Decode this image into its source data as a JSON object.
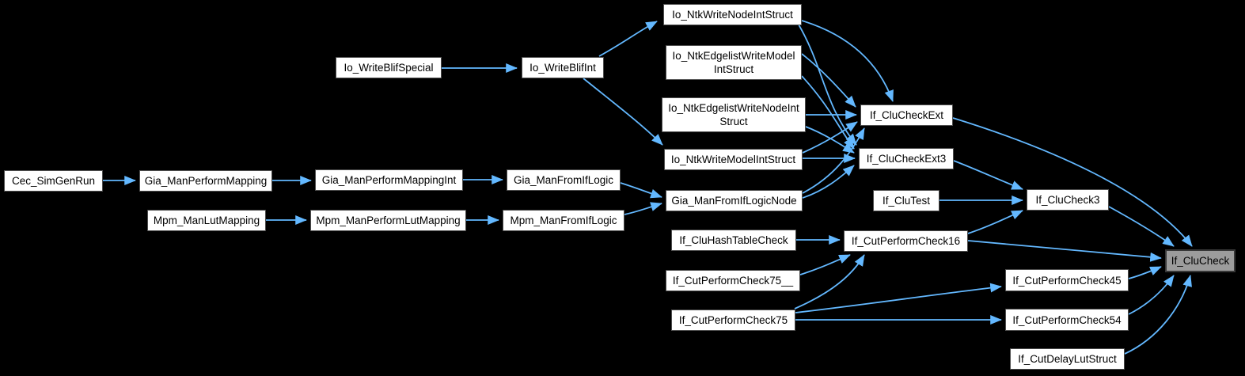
{
  "graph": {
    "background_color": "#000000",
    "edge_color": "#63B8FF",
    "node_fill": "#FFFFFF",
    "node_border_color": "#4E4E4E",
    "node_text_color": "#000000",
    "highlighted_node_fill": "#9C9C9C",
    "highlighted_node_border_color": "#383838",
    "highlighted_node": "If_CluCheck"
  },
  "nodes": [
    {
      "label": "Cec_SimGenRun"
    },
    {
      "label": "Gia_ManPerformMapping"
    },
    {
      "label": "Gia_ManPerformMappingInt"
    },
    {
      "label": "Gia_ManFromIfLogic"
    },
    {
      "label": "Mpm_ManLutMapping"
    },
    {
      "label": "Mpm_ManPerformLutMapping"
    },
    {
      "label": "Mpm_ManFromIfLogic"
    },
    {
      "label": "Io_WriteBlifSpecial"
    },
    {
      "label": "Io_WriteBlifInt"
    },
    {
      "label": "Io_NtkWriteNodeIntStruct"
    },
    {
      "label": "Io_NtkEdgelistWriteModel\nIntStruct"
    },
    {
      "label": "Io_NtkEdgelistWriteNodeInt\nStruct"
    },
    {
      "label": "Io_NtkWriteModelIntStruct"
    },
    {
      "label": "Gia_ManFromIfLogicNode"
    },
    {
      "label": "If_CluCheckExt"
    },
    {
      "label": "If_CluCheckExt3"
    },
    {
      "label": "If_CluTest"
    },
    {
      "label": "If_CluCheck3"
    },
    {
      "label": "If_CluHashTableCheck"
    },
    {
      "label": "If_CutPerformCheck16"
    },
    {
      "label": "If_CutPerformCheck75__"
    },
    {
      "label": "If_CutPerformCheck75"
    },
    {
      "label": "If_CutPerformCheck45"
    },
    {
      "label": "If_CutPerformCheck54"
    },
    {
      "label": "If_CutDelayLutStruct"
    },
    {
      "label": "If_CluCheck"
    }
  ],
  "edges": [
    {
      "from": "Cec_SimGenRun",
      "to": "Gia_ManPerformMapping"
    },
    {
      "from": "Gia_ManPerformMapping",
      "to": "Gia_ManPerformMappingInt"
    },
    {
      "from": "Gia_ManPerformMappingInt",
      "to": "Gia_ManFromIfLogic"
    },
    {
      "from": "Gia_ManFromIfLogic",
      "to": "Gia_ManFromIfLogicNode"
    },
    {
      "from": "Mpm_ManLutMapping",
      "to": "Mpm_ManPerformLutMapping"
    },
    {
      "from": "Mpm_ManPerformLutMapping",
      "to": "Mpm_ManFromIfLogic"
    },
    {
      "from": "Mpm_ManFromIfLogic",
      "to": "Gia_ManFromIfLogicNode"
    },
    {
      "from": "Io_WriteBlifSpecial",
      "to": "Io_WriteBlifInt"
    },
    {
      "from": "Io_WriteBlifInt",
      "to": "Io_NtkWriteNodeIntStruct"
    },
    {
      "from": "Io_WriteBlifInt",
      "to": "Io_NtkWriteModelIntStruct"
    },
    {
      "from": "Io_NtkWriteNodeIntStruct",
      "to": "If_CluCheckExt"
    },
    {
      "from": "Io_NtkWriteNodeIntStruct",
      "to": "If_CluCheckExt3"
    },
    {
      "from": "Io_NtkEdgelistWriteModelIntStruct",
      "to": "If_CluCheckExt"
    },
    {
      "from": "Io_NtkEdgelistWriteModelIntStruct",
      "to": "If_CluCheckExt3"
    },
    {
      "from": "Io_NtkEdgelistWriteNodeIntStruct",
      "to": "If_CluCheckExt"
    },
    {
      "from": "Io_NtkEdgelistWriteNodeIntStruct",
      "to": "If_CluCheckExt3"
    },
    {
      "from": "Io_NtkWriteModelIntStruct",
      "to": "If_CluCheckExt"
    },
    {
      "from": "Io_NtkWriteModelIntStruct",
      "to": "If_CluCheckExt3"
    },
    {
      "from": "Gia_ManFromIfLogicNode",
      "to": "If_CluCheckExt"
    },
    {
      "from": "Gia_ManFromIfLogicNode",
      "to": "If_CluCheckExt3"
    },
    {
      "from": "If_CluCheckExt",
      "to": "If_CluCheck"
    },
    {
      "from": "If_CluCheckExt3",
      "to": "If_CluCheck3"
    },
    {
      "from": "If_CluTest",
      "to": "If_CluCheck3"
    },
    {
      "from": "If_CluCheck3",
      "to": "If_CluCheck"
    },
    {
      "from": "If_CutPerformCheck16",
      "to": "If_CluCheck3"
    },
    {
      "from": "If_CutPerformCheck16",
      "to": "If_CluCheck"
    },
    {
      "from": "If_CluHashTableCheck",
      "to": "If_CutPerformCheck16"
    },
    {
      "from": "If_CutPerformCheck75__",
      "to": "If_CutPerformCheck16"
    },
    {
      "from": "If_CutPerformCheck75",
      "to": "If_CutPerformCheck16"
    },
    {
      "from": "If_CutPerformCheck75",
      "to": "If_CutPerformCheck45"
    },
    {
      "from": "If_CutPerformCheck75",
      "to": "If_CutPerformCheck54"
    },
    {
      "from": "If_CutPerformCheck45",
      "to": "If_CluCheck"
    },
    {
      "from": "If_CutPerformCheck54",
      "to": "If_CluCheck"
    },
    {
      "from": "If_CutDelayLutStruct",
      "to": "If_CluCheck"
    }
  ]
}
